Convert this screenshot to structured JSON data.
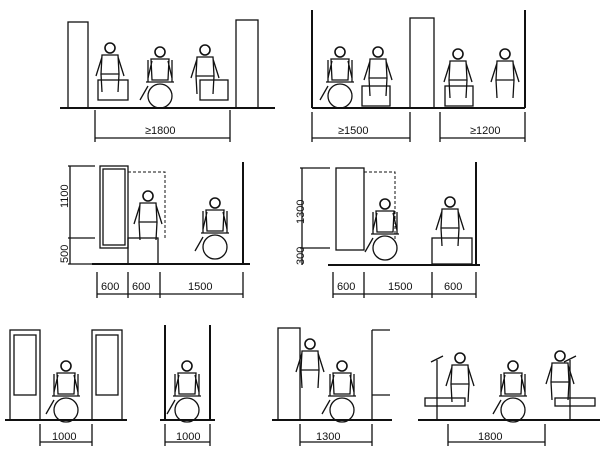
{
  "panels": {
    "top_left": {
      "width_label": "≥1800"
    },
    "top_right": {
      "width_labels": [
        "≥1500",
        "≥1200"
      ]
    },
    "mid_left": {
      "height_labels": [
        "1100",
        "500"
      ],
      "width_labels": [
        "600",
        "600",
        "1500"
      ]
    },
    "mid_right": {
      "height_labels": [
        "1300",
        "300"
      ],
      "width_labels": [
        "600",
        "1500",
        "600"
      ]
    },
    "bottom": {
      "width_labels": [
        "1000",
        "1000",
        "1300",
        "1800"
      ]
    }
  }
}
